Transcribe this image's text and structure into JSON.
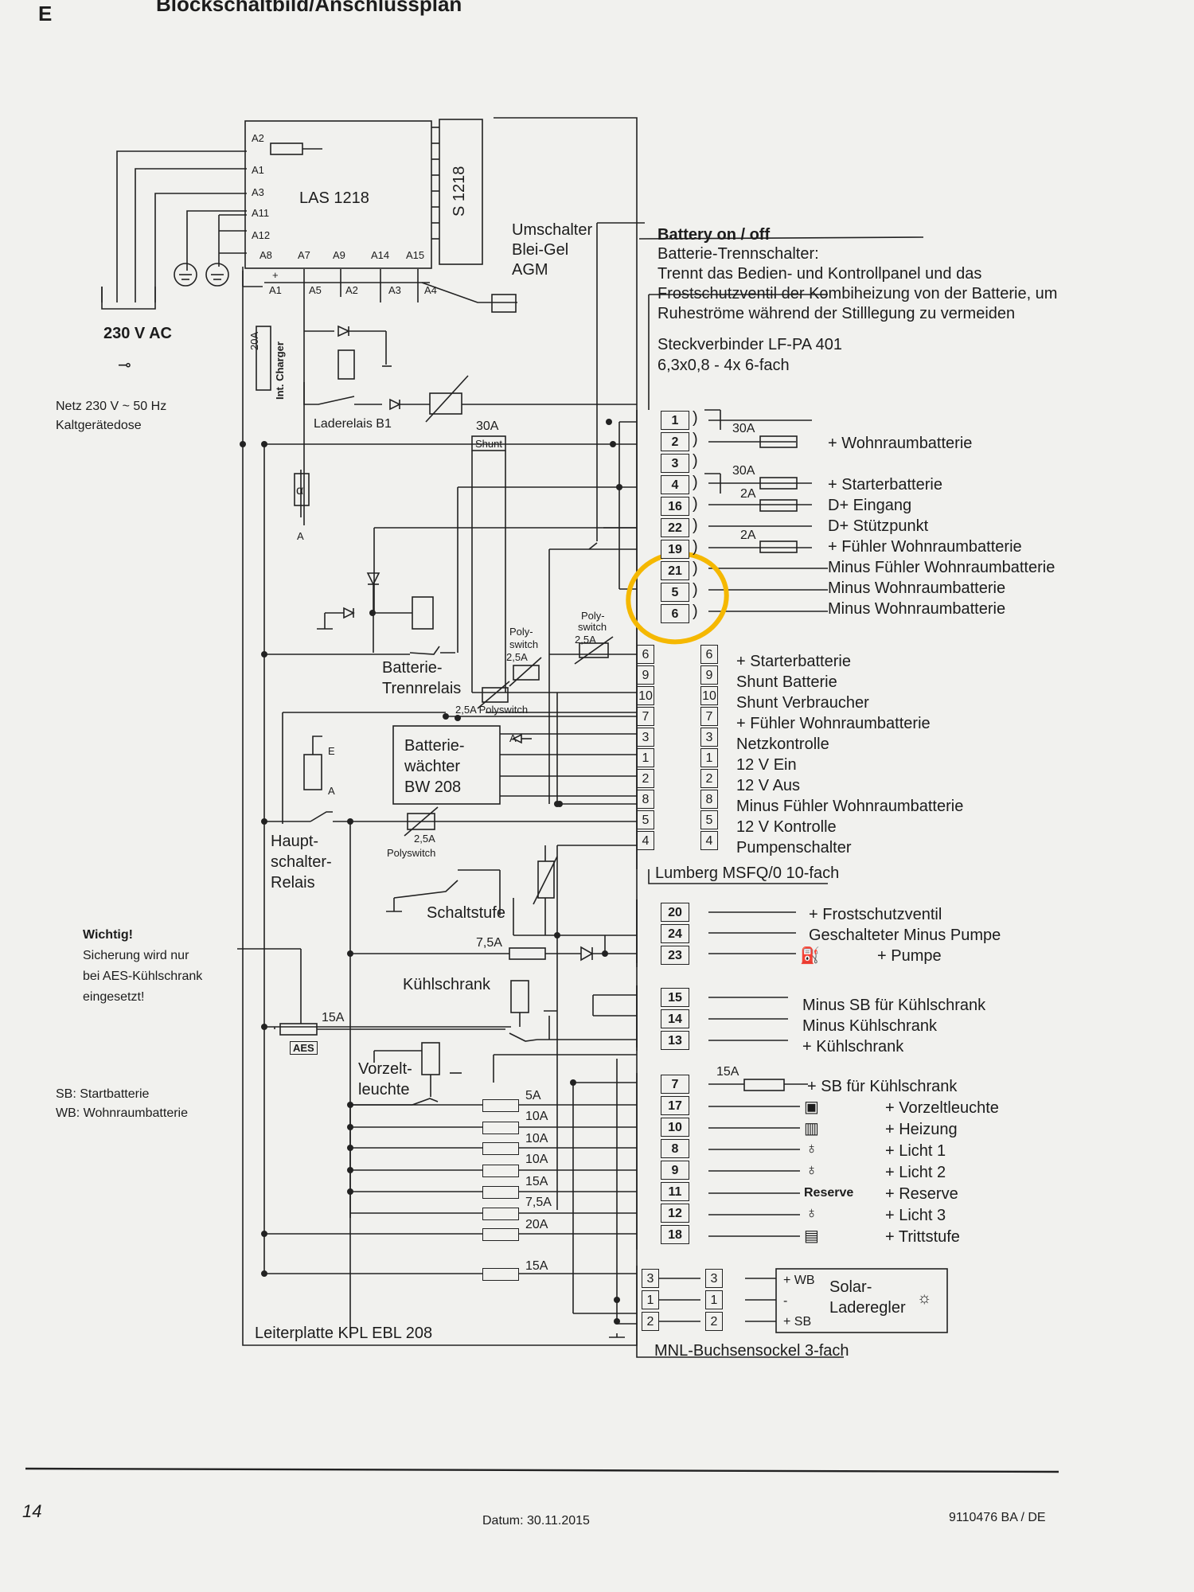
{
  "page": {
    "section_letter": "E",
    "title": "Blockschaltbild/Anschlussplan",
    "page_number": "14",
    "date": "Datum: 30.11.2015",
    "doc_id": "9110476 BA / DE"
  },
  "left": {
    "ac_voltage": "230 V AC",
    "mains_line1": "Netz 230 V ~ 50 Hz",
    "mains_line2": "Kaltgerätedose",
    "wichtig_title": "Wichtig!",
    "wichtig_line1": "Sicherung wird nur",
    "wichtig_line2": "bei AES-Kühlschrank",
    "wichtig_line3": "eingesetzt!",
    "aes_badge": "AES",
    "legend_sb": "SB:   Startbatterie",
    "legend_wb": "WB: Wohnraumbatterie"
  },
  "board": {
    "las_label": "LAS 1218",
    "s_label": "S 1218",
    "int_charger": "Int. Charger",
    "fuse_20a": "20A",
    "pins_top": [
      "A2",
      "A1",
      "A3",
      "A11",
      "A12"
    ],
    "pins_bottom_upper": [
      "A8",
      "A7",
      "A9",
      "A14",
      "A15"
    ],
    "pins_bottom_lower": [
      "A1",
      "A5",
      "A2",
      "A3",
      "A4"
    ],
    "plus_sign": "+",
    "umschalter": [
      "Umschalter",
      "Blei-Gel",
      "AGM"
    ],
    "laderelais": "Laderelais B1",
    "shunt": "Shunt",
    "shunt_30a": "30A",
    "arrow_a": "A",
    "alpha": "α",
    "polyswitch_1": [
      "Poly-",
      "switch",
      "2,5A"
    ],
    "polyswitch_2": [
      "Poly-",
      "switch",
      "2,5A"
    ],
    "polyswitch_3": "2,5A  Polyswitch",
    "polyswitch_4": [
      "2,5A",
      "Polyswitch"
    ],
    "batterie_trennrelais": [
      "Batterie-",
      "Trennrelais"
    ],
    "bw_box": [
      "Batterie-",
      "wächter",
      "BW 208"
    ],
    "bw_arrow": "A",
    "relay_e": "E",
    "relay_a": "A",
    "hauptschalter": [
      "Haupt-",
      "schalter-",
      "Relais"
    ],
    "schaltstufe": "Schaltstufe",
    "fuse_7_5a": "7,5A",
    "fuse_15a_aes": "15A",
    "kuehlschrank": "Kühlschrank",
    "vorzelt": [
      "Vorzelt-",
      "leuchte"
    ],
    "fuse_column": [
      "5A",
      "10A",
      "10A",
      "10A",
      "15A",
      "7,5A",
      "20A"
    ],
    "fuse_solar": "15A",
    "board_label": "Leiterplatte KPL EBL 208"
  },
  "battery": {
    "title": "Battery on / off",
    "line1": "Batterie-Trennschalter:",
    "line2": "Trennt das Bedien- und Kontrollpanel und das",
    "line3": "Frostschutzventil der Kombiheizung von der Batterie, um",
    "line4": "Ruheströme während der Stilllegung zu vermeiden"
  },
  "lf_connector": {
    "title": "Steckverbinder LF-PA 401",
    "sub": "6,3x0,8 - 4x 6-fach",
    "fuse_30a_a": "30A",
    "fuse_30a_b": "30A",
    "fuse_2a_a": "2A",
    "fuse_2a_b": "2A",
    "pins": [
      {
        "num": "1",
        "label": ""
      },
      {
        "num": "2",
        "label": "+ Wohnraumbatterie"
      },
      {
        "num": "3",
        "label": ""
      },
      {
        "num": "4",
        "label": "+ Starterbatterie"
      },
      {
        "num": "16",
        "label": "D+ Eingang"
      },
      {
        "num": "22",
        "label": "D+ Stützpunkt"
      },
      {
        "num": "19",
        "label": "+ Fühler Wohnraumbatterie"
      },
      {
        "num": "21",
        "label": "Minus Fühler Wohnraumbatterie"
      },
      {
        "num": "5",
        "label": "Minus Wohnraumbatterie"
      },
      {
        "num": "6",
        "label": "Minus Wohnraumbatterie"
      }
    ]
  },
  "lumberg": {
    "title": "Lumberg MSFQ/0 10-fach",
    "pins": [
      {
        "num": "6",
        "label": "+ Starterbatterie"
      },
      {
        "num": "9",
        "label": "Shunt Batterie"
      },
      {
        "num": "10",
        "label": "Shunt Verbraucher"
      },
      {
        "num": "7",
        "label": "+ Fühler Wohnraumbatterie"
      },
      {
        "num": "3",
        "label": "Netzkontrolle"
      },
      {
        "num": "1",
        "label": "12 V Ein"
      },
      {
        "num": "2",
        "label": "12 V Aus"
      },
      {
        "num": "8",
        "label": "Minus Fühler Wohnraumbatterie"
      },
      {
        "num": "5",
        "label": "12 V Kontrolle"
      },
      {
        "num": "4",
        "label": "Pumpenschalter"
      }
    ]
  },
  "group_pump": {
    "pins": [
      {
        "num": "20",
        "label": "+ Frostschutzventil"
      },
      {
        "num": "24",
        "label": "Geschalteter Minus Pumpe"
      },
      {
        "num": "23",
        "label": "+ Pumpe"
      }
    ]
  },
  "group_fridge": {
    "pins": [
      {
        "num": "15",
        "label": "Minus SB für Kühlschrank"
      },
      {
        "num": "14",
        "label": "Minus Kühlschrank"
      },
      {
        "num": "13",
        "label": "+ Kühlschrank"
      }
    ]
  },
  "group_consumers": {
    "fuse_15a": "15A",
    "reserve_tag": "Reserve",
    "pins": [
      {
        "num": "7",
        "label": "+ SB für Kühlschrank"
      },
      {
        "num": "17",
        "label": "+ Vorzeltleuchte"
      },
      {
        "num": "10",
        "label": "+ Heizung"
      },
      {
        "num": "8",
        "label": "+ Licht 1"
      },
      {
        "num": "9",
        "label": "+ Licht 2"
      },
      {
        "num": "11",
        "label": "+ Reserve"
      },
      {
        "num": "12",
        "label": "+ Licht 3"
      },
      {
        "num": "18",
        "label": "+ Trittstufe"
      }
    ]
  },
  "solar": {
    "title": "MNL-Buchsensockel 3-fach",
    "pins": [
      "3",
      "1",
      "2"
    ],
    "terms": [
      "+ WB",
      "-",
      "+ SB"
    ],
    "box_label": [
      "Solar-",
      "Laderegler"
    ]
  }
}
